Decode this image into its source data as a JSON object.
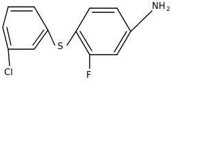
{
  "molecule": {
    "labels": {
      "sulfur": "S",
      "chlorine": "Cl",
      "fluorine": "F",
      "amine_main": "NH",
      "amine_sub": "2"
    }
  }
}
